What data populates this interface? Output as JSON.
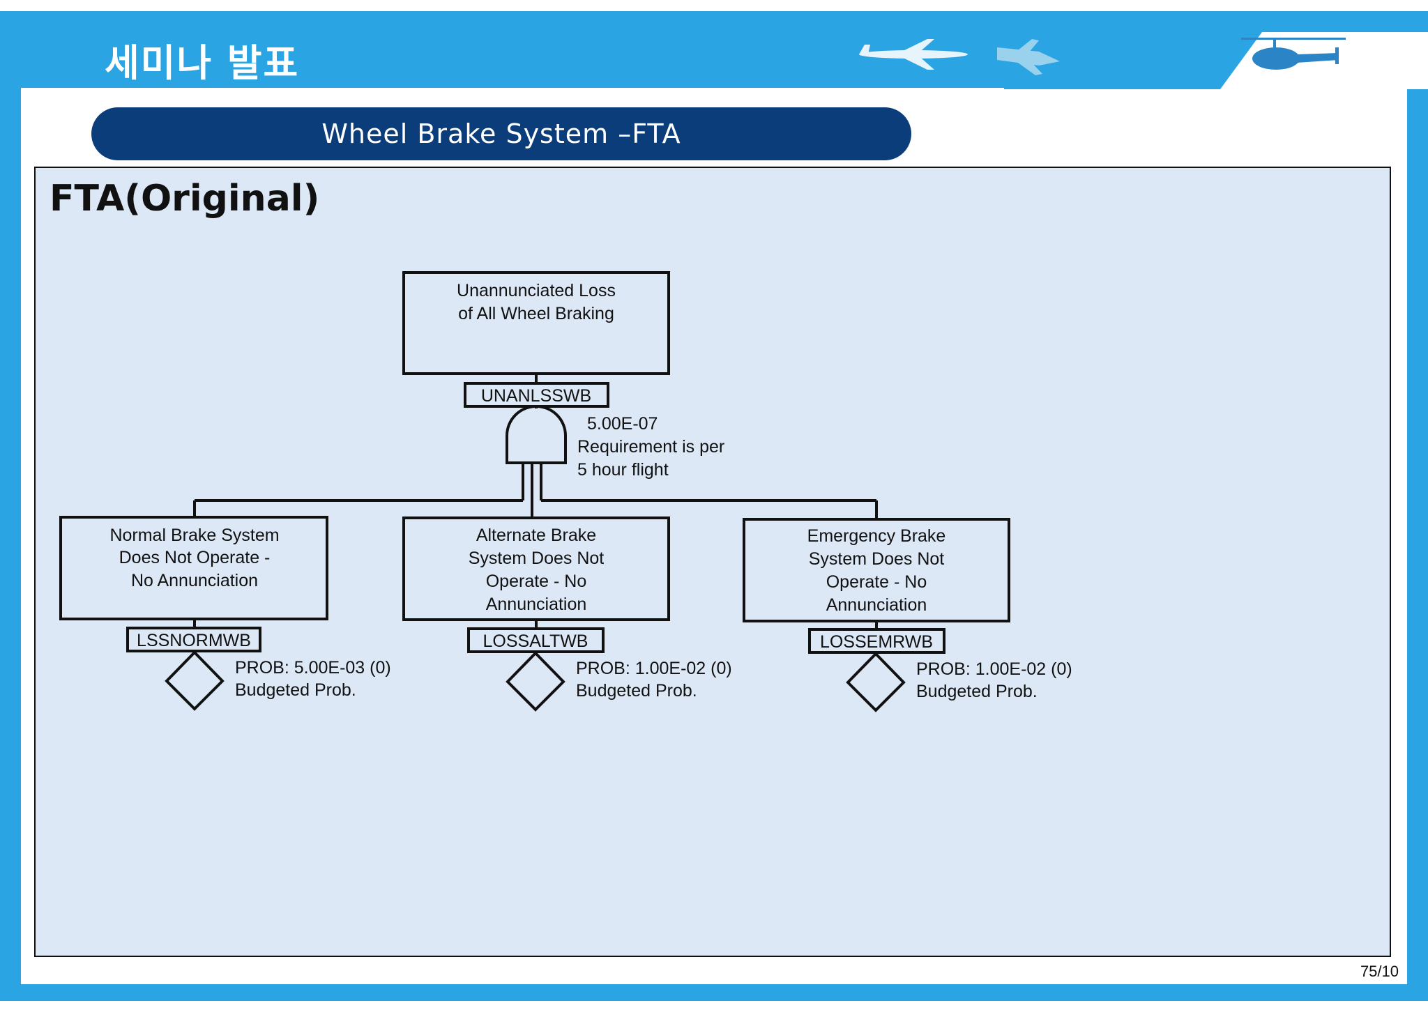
{
  "header": {
    "title": "세미나 발표"
  },
  "slide": {
    "title": "Wheel Brake System –FTA",
    "page_number": "75/10"
  },
  "panel": {
    "heading": "FTA(Original)"
  },
  "fta": {
    "top_event": {
      "lines": [
        "Unannunciated  Loss",
        "of  All  Wheel  Braking"
      ],
      "id": "UNANLSSWB"
    },
    "gate": {
      "type": "AND",
      "lines": [
        "5.00E-07",
        "Requirement  is  per",
        "5  hour  flight"
      ]
    },
    "children": [
      {
        "lines": [
          "Normal  Brake  System",
          "Does  Not  Operate  -",
          "No  Annunciation"
        ],
        "id": "LSSNORMWB",
        "prob": "PROB:  5.00E-03  (0)",
        "note": "Budgeted  Prob."
      },
      {
        "lines": [
          "Alternate  Brake",
          "System  Does  Not",
          "Operate  -  No",
          "Annunciation"
        ],
        "id": "LOSSALTWB",
        "prob": "PROB:  1.00E-02  (0)",
        "note": "Budgeted  Prob."
      },
      {
        "lines": [
          "Emergency  Brake",
          "System  Does  Not",
          "Operate  -  No",
          "Annunciation"
        ],
        "id": "LOSSEMRWB",
        "prob": "PROB:  1.00E-02  (0)",
        "note": "Budgeted  Prob."
      }
    ]
  },
  "colors": {
    "frame": "#2aa4e3",
    "pill": "#0b3d7a",
    "panel": "#dde8f7",
    "decoration": "#3aa0d8"
  },
  "icons": [
    "airliner-icon",
    "fighter-jet-icon",
    "helicopter-icon"
  ]
}
